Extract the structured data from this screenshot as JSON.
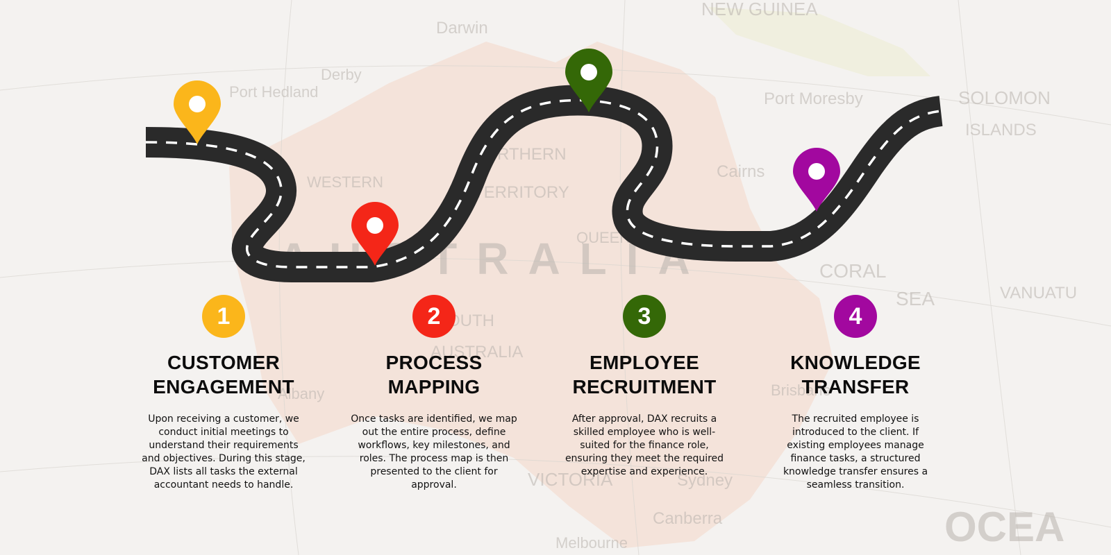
{
  "map_labels": {
    "darwin": "Darwin",
    "new_guinea": "NEW GUINEA",
    "port_hedland": "Port Hedland",
    "derby": "Derby",
    "port_moresby": "Port Moresby",
    "solomon": "SOLOMON",
    "islands": "ISLANDS",
    "western": "WESTERN",
    "northern": "NORTHERN",
    "territory": "TERRITORY",
    "cairns": "Cairns",
    "queensland": "QUEENSLAND",
    "australia": "AUSTRALIA",
    "south": "SOUTH",
    "australia_state": "AUSTRALIA",
    "coral": "CORAL",
    "sea": "SEA",
    "vanuatu": "VANUATU",
    "victoria": "VICTORIA",
    "sydney": "Sydney",
    "canberra": "Canberra",
    "melbourne": "Melbourne",
    "brisbane": "Brisbane",
    "ocean": "OCEA",
    "albany": "Albany"
  },
  "colors": {
    "step1": "#fbb61b",
    "step2": "#f42618",
    "step3": "#346807",
    "step4": "#a2089f",
    "road": "#2a2a2a",
    "road_marking": "#ffffff"
  },
  "icons": {
    "pin": "map-pin-icon"
  },
  "steps": [
    {
      "number": "1",
      "title_line1": "CUSTOMER",
      "title_line2": "ENGAGEMENT",
      "description": "Upon receiving a customer, we conduct initial meetings to understand their requirements and objectives. During this stage, DAX lists all tasks the external accountant needs to handle."
    },
    {
      "number": "2",
      "title_line1": "PROCESS",
      "title_line2": "MAPPING",
      "description": "Once tasks are identified, we map out the entire process, define workflows, key milestones, and roles. The process map is then presented to the client for approval."
    },
    {
      "number": "3",
      "title_line1": "EMPLOYEE",
      "title_line2": "RECRUITMENT",
      "description": "After approval, DAX recruits a skilled employee who is well-suited for the finance role, ensuring they meet the required expertise and experience."
    },
    {
      "number": "4",
      "title_line1": "KNOWLEDGE",
      "title_line2": "TRANSFER",
      "description": "The recruited employee is introduced to the client. If existing employees manage finance tasks, a structured knowledge transfer ensures a seamless transition."
    }
  ]
}
